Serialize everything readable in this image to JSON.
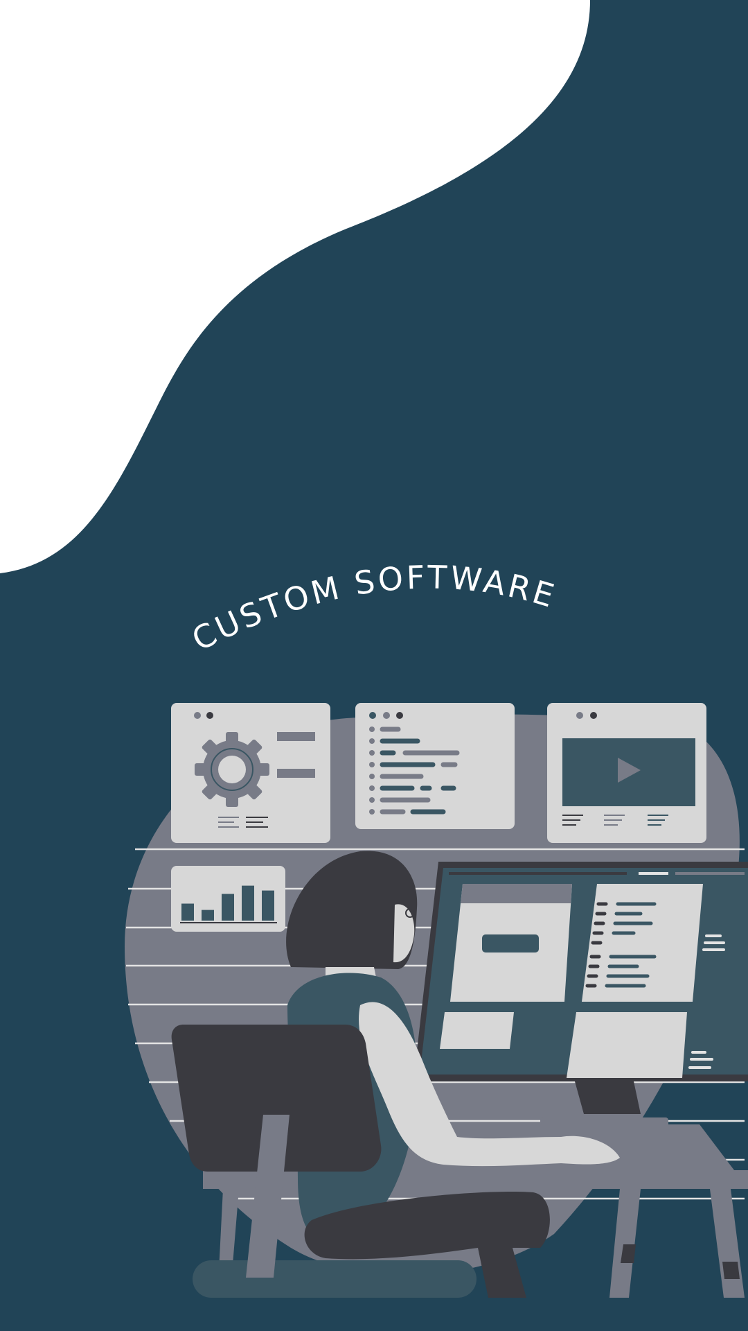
{
  "headline": {
    "text": "CUSTOM SOFTWARE"
  },
  "colors": {
    "background": "#214457",
    "blob": "#ffffff",
    "panel_light": "#d7d7d7",
    "panel_grey": "#787b87",
    "accent_teal": "#3a5663",
    "dark": "#3a3a40"
  },
  "illustration": {
    "subject": "person-typing-at-monitor",
    "bar_chart_values": [
      0.35,
      0.22,
      0.55,
      0.72,
      0.62
    ]
  }
}
